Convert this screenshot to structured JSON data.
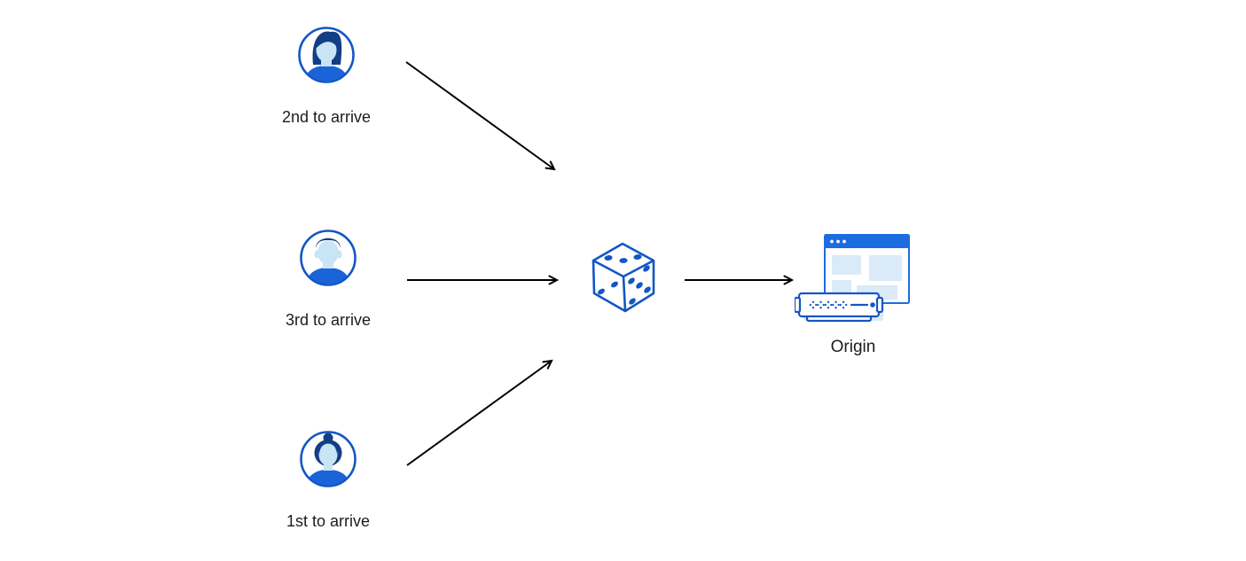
{
  "colors": {
    "background": "#ffffff",
    "label-color": "#1c1c1e",
    "primary-blue": "#1356c4",
    "hair-blue": "#123e85",
    "skin-blue": "#c8e4f5",
    "shirt-blue": "#1a63d8",
    "window-blue": "#1d6be0",
    "panel-light": "#dbeaf8",
    "arrow-color": "#000000"
  },
  "clients": [
    {
      "label": "2nd to arrive",
      "icon": "user-avatar-man-quiff-icon"
    },
    {
      "label": "3rd to arrive",
      "icon": "user-avatar-man-short-hair-icon"
    },
    {
      "label": "1st to arrive",
      "icon": "user-avatar-woman-bun-icon"
    }
  ],
  "randomizer": {
    "icon": "dice-icon"
  },
  "origin": {
    "label": "Origin",
    "icon": "browser-window-and-server-icon"
  }
}
